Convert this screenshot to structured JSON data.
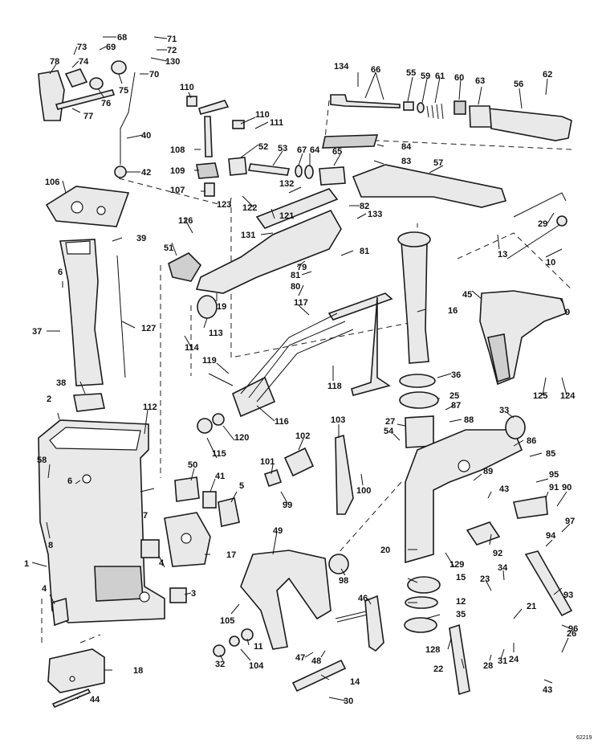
{
  "figure_code": "62219",
  "callouts": [
    {
      "id": "c1",
      "label": "1"
    },
    {
      "id": "c2",
      "label": "2"
    },
    {
      "id": "c3",
      "label": "3"
    },
    {
      "id": "c4a",
      "label": "4"
    },
    {
      "id": "c4b",
      "label": "4"
    },
    {
      "id": "c5",
      "label": "5"
    },
    {
      "id": "c6a",
      "label": "6"
    },
    {
      "id": "c6b",
      "label": "6"
    },
    {
      "id": "c7",
      "label": "7"
    },
    {
      "id": "c8",
      "label": "8"
    },
    {
      "id": "c9",
      "label": "9"
    },
    {
      "id": "c10",
      "label": "10"
    },
    {
      "id": "c11",
      "label": "11"
    },
    {
      "id": "c12",
      "label": "12"
    },
    {
      "id": "c13",
      "label": "13"
    },
    {
      "id": "c14",
      "label": "14"
    },
    {
      "id": "c15",
      "label": "15"
    },
    {
      "id": "c16",
      "label": "16"
    },
    {
      "id": "c17",
      "label": "17"
    },
    {
      "id": "c18",
      "label": "18"
    },
    {
      "id": "c19",
      "label": "19"
    },
    {
      "id": "c20",
      "label": "20"
    },
    {
      "id": "c21",
      "label": "21"
    },
    {
      "id": "c22",
      "label": "22"
    },
    {
      "id": "c23",
      "label": "23"
    },
    {
      "id": "c24",
      "label": "24"
    },
    {
      "id": "c25",
      "label": "25"
    },
    {
      "id": "c26",
      "label": "26"
    },
    {
      "id": "c27",
      "label": "27"
    },
    {
      "id": "c28",
      "label": "28"
    },
    {
      "id": "c29",
      "label": "29"
    },
    {
      "id": "c30",
      "label": "30"
    },
    {
      "id": "c31",
      "label": "31"
    },
    {
      "id": "c32",
      "label": "32"
    },
    {
      "id": "c33",
      "label": "33"
    },
    {
      "id": "c34",
      "label": "34"
    },
    {
      "id": "c35",
      "label": "35"
    },
    {
      "id": "c36",
      "label": "36"
    },
    {
      "id": "c37",
      "label": "37"
    },
    {
      "id": "c38",
      "label": "38"
    },
    {
      "id": "c39",
      "label": "39"
    },
    {
      "id": "c40",
      "label": "40"
    },
    {
      "id": "c41",
      "label": "41"
    },
    {
      "id": "c42",
      "label": "42"
    },
    {
      "id": "c43a",
      "label": "43"
    },
    {
      "id": "c43b",
      "label": "43"
    },
    {
      "id": "c44",
      "label": "44"
    },
    {
      "id": "c45",
      "label": "45"
    },
    {
      "id": "c46",
      "label": "46"
    },
    {
      "id": "c47",
      "label": "47"
    },
    {
      "id": "c48",
      "label": "48"
    },
    {
      "id": "c49",
      "label": "49"
    },
    {
      "id": "c50",
      "label": "50"
    },
    {
      "id": "c51",
      "label": "51"
    },
    {
      "id": "c52",
      "label": "52"
    },
    {
      "id": "c53",
      "label": "53"
    },
    {
      "id": "c54",
      "label": "54"
    },
    {
      "id": "c55",
      "label": "55"
    },
    {
      "id": "c56",
      "label": "56"
    },
    {
      "id": "c57",
      "label": "57"
    },
    {
      "id": "c58",
      "label": "58"
    },
    {
      "id": "c59",
      "label": "59"
    },
    {
      "id": "c60",
      "label": "60"
    },
    {
      "id": "c61",
      "label": "61"
    },
    {
      "id": "c62",
      "label": "62"
    },
    {
      "id": "c63",
      "label": "63"
    },
    {
      "id": "c64",
      "label": "64"
    },
    {
      "id": "c65",
      "label": "65"
    },
    {
      "id": "c66",
      "label": "66"
    },
    {
      "id": "c67",
      "label": "67"
    },
    {
      "id": "c68",
      "label": "68"
    },
    {
      "id": "c69",
      "label": "69"
    },
    {
      "id": "c70",
      "label": "70"
    },
    {
      "id": "c71",
      "label": "71"
    },
    {
      "id": "c72",
      "label": "72"
    },
    {
      "id": "c73",
      "label": "73"
    },
    {
      "id": "c74",
      "label": "74"
    },
    {
      "id": "c75",
      "label": "75"
    },
    {
      "id": "c76",
      "label": "76"
    },
    {
      "id": "c77",
      "label": "77"
    },
    {
      "id": "c78",
      "label": "78"
    },
    {
      "id": "c79",
      "label": "79"
    },
    {
      "id": "c80",
      "label": "80"
    },
    {
      "id": "c81a",
      "label": "81"
    },
    {
      "id": "c81b",
      "label": "81"
    },
    {
      "id": "c82",
      "label": "82"
    },
    {
      "id": "c83",
      "label": "83"
    },
    {
      "id": "c84",
      "label": "84"
    },
    {
      "id": "c85",
      "label": "85"
    },
    {
      "id": "c86",
      "label": "86"
    },
    {
      "id": "c87",
      "label": "87"
    },
    {
      "id": "c88",
      "label": "88"
    },
    {
      "id": "c89",
      "label": "89"
    },
    {
      "id": "c90",
      "label": "90"
    },
    {
      "id": "c91",
      "label": "91"
    },
    {
      "id": "c92",
      "label": "92"
    },
    {
      "id": "c93",
      "label": "93"
    },
    {
      "id": "c94",
      "label": "94"
    },
    {
      "id": "c95",
      "label": "95"
    },
    {
      "id": "c96",
      "label": "96"
    },
    {
      "id": "c97",
      "label": "97"
    },
    {
      "id": "c98",
      "label": "98"
    },
    {
      "id": "c99",
      "label": "99"
    },
    {
      "id": "c100",
      "label": "100"
    },
    {
      "id": "c101",
      "label": "101"
    },
    {
      "id": "c102",
      "label": "102"
    },
    {
      "id": "c103",
      "label": "103"
    },
    {
      "id": "c104",
      "label": "104"
    },
    {
      "id": "c105",
      "label": "105"
    },
    {
      "id": "c106",
      "label": "106"
    },
    {
      "id": "c107",
      "label": "107"
    },
    {
      "id": "c108",
      "label": "108"
    },
    {
      "id": "c109",
      "label": "109"
    },
    {
      "id": "c110a",
      "label": "110"
    },
    {
      "id": "c110b",
      "label": "110"
    },
    {
      "id": "c111",
      "label": "111"
    },
    {
      "id": "c112",
      "label": "112"
    },
    {
      "id": "c113",
      "label": "113"
    },
    {
      "id": "c114",
      "label": "114"
    },
    {
      "id": "c115",
      "label": "115"
    },
    {
      "id": "c116",
      "label": "116"
    },
    {
      "id": "c117",
      "label": "117"
    },
    {
      "id": "c118",
      "label": "118"
    },
    {
      "id": "c119",
      "label": "119"
    },
    {
      "id": "c120",
      "label": "120"
    },
    {
      "id": "c121",
      "label": "121"
    },
    {
      "id": "c122",
      "label": "122"
    },
    {
      "id": "c123",
      "label": "123"
    },
    {
      "id": "c124",
      "label": "124"
    },
    {
      "id": "c125",
      "label": "125"
    },
    {
      "id": "c126",
      "label": "126"
    },
    {
      "id": "c127",
      "label": "127"
    },
    {
      "id": "c128",
      "label": "128"
    },
    {
      "id": "c129",
      "label": "129"
    },
    {
      "id": "c130",
      "label": "130"
    },
    {
      "id": "c131",
      "label": "131"
    },
    {
      "id": "c132",
      "label": "132"
    },
    {
      "id": "c133",
      "label": "133"
    },
    {
      "id": "c134",
      "label": "134"
    }
  ]
}
